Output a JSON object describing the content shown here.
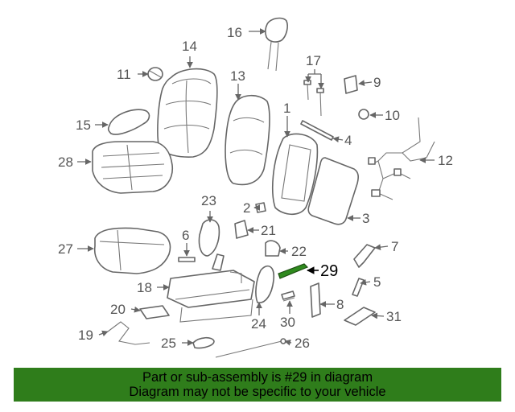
{
  "colors": {
    "highlight_part": "#2f8a1e",
    "banner_background": "#2f7d1b",
    "line_art": "#666666",
    "callout_text": "#555555"
  },
  "highlighted_part": "29",
  "callouts": {
    "c1": "1",
    "c2": "2",
    "c3": "3",
    "c4": "4",
    "c5": "5",
    "c6": "6",
    "c7": "7",
    "c8": "8",
    "c9": "9",
    "c10": "10",
    "c11": "11",
    "c12": "12",
    "c13": "13",
    "c14": "14",
    "c15": "15",
    "c16": "16",
    "c17": "17",
    "c18": "18",
    "c19": "19",
    "c20": "20",
    "c21": "21",
    "c22": "22",
    "c23": "23",
    "c24": "24",
    "c25": "25",
    "c26": "26",
    "c27": "27",
    "c28": "28",
    "c29": "29",
    "c30": "30",
    "c31": "31"
  },
  "banner": {
    "line1": "Part or sub-assembly is #29 in diagram",
    "line2": "Diagram may not be specific to your vehicle"
  }
}
